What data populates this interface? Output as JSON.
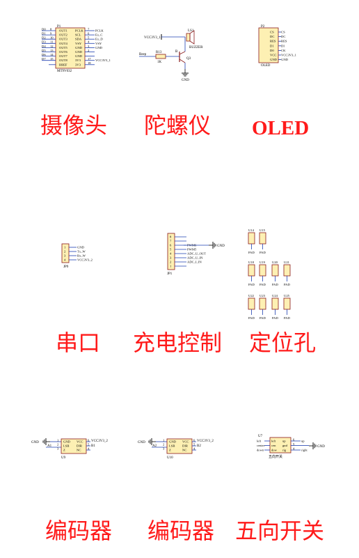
{
  "colors": {
    "label_red": "#ff1a1a",
    "wire_blue": "#1e3fb0",
    "part_fill": "#fdf0b3",
    "part_stroke": "#8a1a1a",
    "ground": "#000000"
  },
  "camera": {
    "ref": "P1",
    "part": "MT9V032",
    "pins_left_num": [
      "8",
      "9",
      "10",
      "11",
      "12",
      "13",
      "14",
      "15"
    ],
    "pins_left_net": [
      "D0",
      "D1",
      "D2",
      "D3",
      "D4",
      "D5",
      "D6",
      "D7"
    ],
    "pins_in": [
      "OUT1",
      "OUT2",
      "OUT3",
      "OUT4",
      "OUT5",
      "OUT6",
      "OUT7",
      "OUT8",
      "RREF"
    ],
    "pins_in_right": [
      "PCLK",
      "SCL",
      "SDA",
      "VSY",
      "GND",
      "GND",
      "GND",
      "3V3",
      "3V3"
    ],
    "pins_right_num": [
      "7",
      "6",
      "5",
      "4",
      "3",
      "2",
      "",
      "17",
      "18"
    ],
    "pins_right_net": [
      "PCLK",
      "Ex_C",
      "Ex_D",
      "VSY",
      "GND",
      "",
      "",
      "VCC3V3_1",
      ""
    ]
  },
  "buzzer": {
    "vcc": "VCC3V3_1",
    "ref": "LS1",
    "part": "BUZZER",
    "net_in": "Beep",
    "res_ref": "R13",
    "res_val": "1K",
    "q_ref": "Q3",
    "gnd": "GND"
  },
  "oled": {
    "ref": "P2",
    "part": "OLED",
    "pins": [
      "CS",
      "DC",
      "RES",
      "D1",
      "D0",
      "VCC",
      "GND"
    ],
    "nets": [
      "CS",
      "DC",
      "RES",
      "DI",
      "CK",
      "VCC3V3_1",
      "GND"
    ]
  },
  "serial": {
    "ref": "JP9",
    "nums": [
      "1",
      "2",
      "3",
      "4"
    ],
    "nets": [
      "GND",
      "Tx_W",
      "Rx_W",
      "VCC3V3_2"
    ]
  },
  "charge": {
    "ref": "JP1",
    "nums": [
      "8",
      "7",
      "6",
      "5",
      "4",
      "3",
      "2",
      "1"
    ],
    "nets": [
      "",
      "",
      "PWM6",
      "PWM5",
      "ADC_U_OUT",
      "ADC_U_IN",
      "ADC_I_IN",
      ""
    ],
    "gnd": "GND"
  },
  "pads": {
    "refs": [
      "U14",
      "U15",
      "U18",
      "U19",
      "U20",
      "U21",
      "U22",
      "U23",
      "U24",
      "U25"
    ],
    "label": "PAD"
  },
  "enc1": {
    "ref": "U9",
    "gnd": "GND",
    "net_in": "A1",
    "vcc": "VCC3V3_2",
    "net_out": "B1",
    "pins_l": [
      "GND",
      "LSB",
      "Z"
    ],
    "pins_r": [
      "VCC",
      "DIR",
      "NC"
    ],
    "nums_l": [
      "1",
      "2",
      "3"
    ],
    "nums_r": [
      "6",
      "5",
      "4"
    ]
  },
  "enc2": {
    "ref": "U10",
    "gnd": "GND",
    "net_in": "A2",
    "vcc": "VCC3V3_2",
    "net_out": "B2",
    "pins_l": [
      "GND",
      "LSB",
      "Z"
    ],
    "pins_r": [
      "VCC",
      "DIR",
      "NC"
    ],
    "nums_l": [
      "1",
      "2",
      "3"
    ],
    "nums_r": [
      "6",
      "5",
      "4"
    ]
  },
  "fiveway": {
    "ref": "U7",
    "title": "五向开关",
    "nets_l": [
      "left",
      "center",
      "down"
    ],
    "pins_l": [
      "left",
      "cen",
      "dow"
    ],
    "pins_r": [
      "up",
      "gnd",
      "rig"
    ],
    "nums": [
      "6",
      "5",
      "4"
    ],
    "nets_r": [
      "up",
      "GND",
      "right"
    ]
  },
  "labels": {
    "camera": "摄像头",
    "gyro": "陀螺仪",
    "oled": "OLED",
    "serial": "串口",
    "charge": "充电控制",
    "mount": "定位孔",
    "encoder1": "编码器",
    "encoder2": "编码器",
    "switch": "五向开关"
  }
}
